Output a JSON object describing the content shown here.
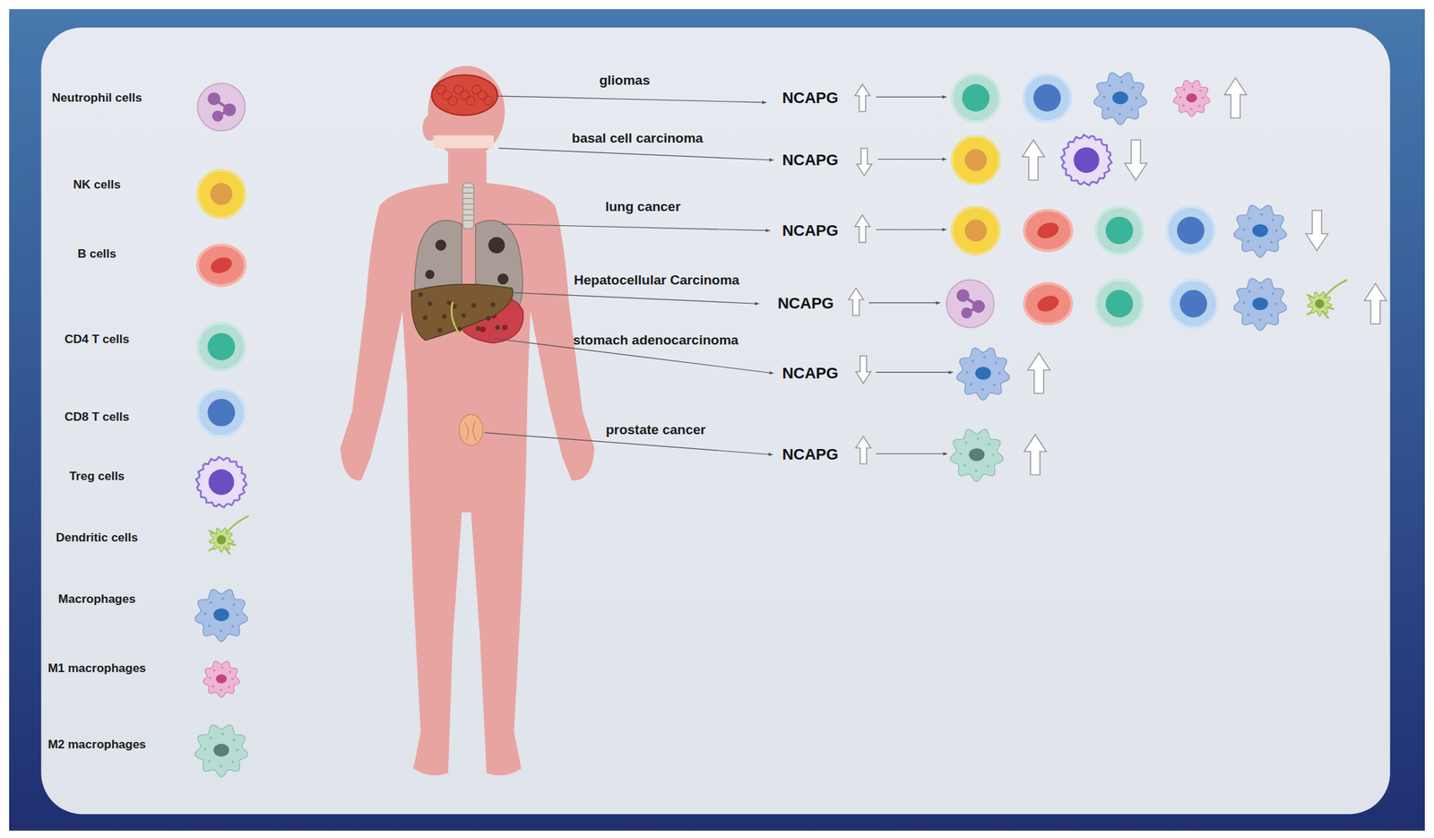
{
  "diagram": {
    "labels": [
      "gliomas",
      "NCAPG",
      "basal cell carcinoma",
      "NCAPG",
      "lung cancer",
      "NCAPG",
      "Hepatocellular Carcinoma",
      "NCAPG",
      "stomach adenocarcinoma",
      "NCAPG",
      "prostate cancer",
      "NCAPG"
    ],
    "legend": [
      {
        "text": "Neutrophil cells"
      },
      {
        "text": "NK cells"
      },
      {
        "text": "B cells"
      },
      {
        "text": "CD4 T cells"
      },
      {
        "text": "CD8 T cells"
      },
      {
        "text": "Treg cells"
      },
      {
        "text": "Dendritic cells"
      },
      {
        "text": "Macrophages"
      },
      {
        "text": "M1 macrophages"
      },
      {
        "text": "M2 macrophages"
      }
    ]
  }
}
